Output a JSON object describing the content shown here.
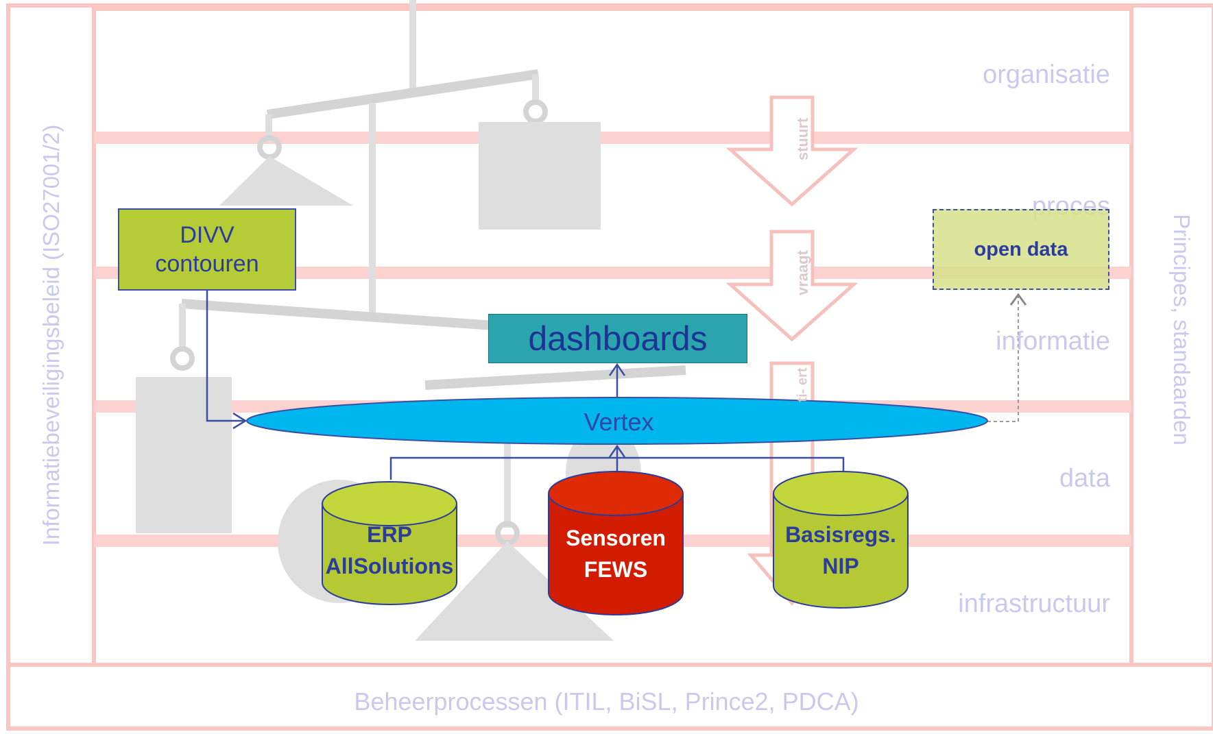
{
  "frame": {
    "left_label": "Informatiebeveiligingsbeleid (ISO27001/2)",
    "right_label": "Principes, standaarden",
    "bottom_label": "Beheerprocessen (ITIL, BiSL, Prince2, PDCA)"
  },
  "layers": [
    "organisatie",
    "proces",
    "informatie",
    "data",
    "infrastructuur"
  ],
  "flow_arrows": [
    "stuurt",
    "vraagt",
    "ti- ert"
  ],
  "boxes": {
    "divv": "DIVV\ncontouren",
    "dashboards": "dashboards",
    "open_data": "open data",
    "vertex": "Vertex"
  },
  "cylinders": [
    {
      "label": "ERP\nAllSolutions",
      "color": "#b5c934"
    },
    {
      "label": "Sensoren\nFEWS",
      "color": "#d21c00"
    },
    {
      "label": "Basisregs.\nNIP",
      "color": "#b5c934"
    }
  ],
  "colors": {
    "frame_pink": "#f9c6c4",
    "label_lavender": "#c9c9ee",
    "mobile_gray": "#dcdcdc",
    "vertex_blue": "#00b6ef",
    "line_blue": "#3a4fa3"
  }
}
